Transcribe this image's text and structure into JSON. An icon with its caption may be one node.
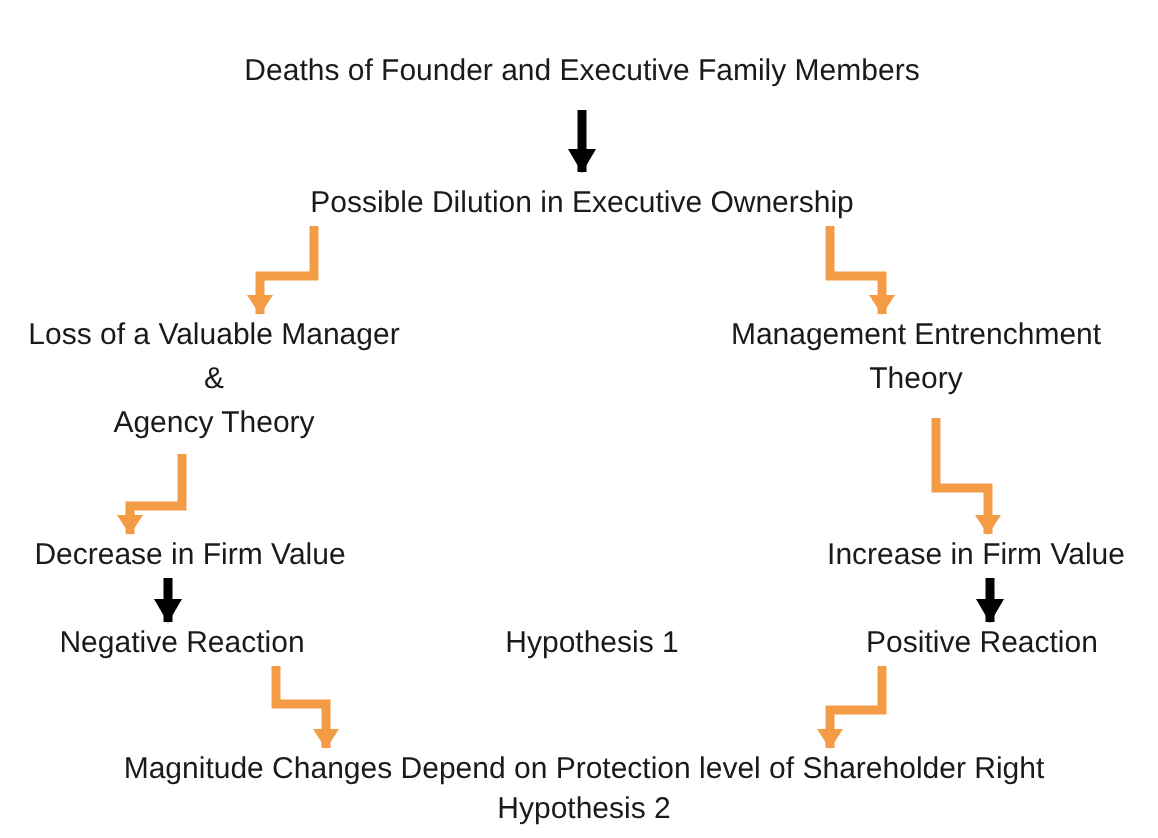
{
  "diagram": {
    "nodes": [
      {
        "text": [
          "Deaths of Founder and Executive Family Members"
        ]
      },
      {
        "text": [
          "Possible Dilution in Executive Ownership"
        ]
      },
      {
        "text": [
          "Loss of a Valuable Manager & Agency Theory"
        ]
      },
      {
        "text": [
          "Management Entrenchment Theory"
        ]
      },
      {
        "text": [
          "Decrease in Firm Value"
        ]
      },
      {
        "text": [
          "Increase in Firm Value"
        ]
      },
      {
        "text": [
          "Negative Reaction"
        ]
      },
      {
        "text": [
          "Positive Reaction"
        ]
      },
      {
        "text": [
          "Magnitude Changes Depend on Protection level of Shareholder Right"
        ]
      }
    ],
    "edges": [
      {
        "from": 0,
        "to": 1,
        "arrow": "to",
        "color": "#000000"
      },
      {
        "from": 1,
        "to": 2,
        "arrow": "to"
      },
      {
        "from": 1,
        "to": 3,
        "arrow": "to"
      },
      {
        "from": 2,
        "to": 4,
        "arrow": "to"
      },
      {
        "from": 3,
        "to": 5,
        "arrow": "to"
      },
      {
        "from": 4,
        "to": 6,
        "arrow": "to",
        "color": "#000000"
      },
      {
        "from": 5,
        "to": 7,
        "arrow": "to",
        "color": "#000000"
      },
      {
        "from": 6,
        "to": 8,
        "arrow": "to"
      },
      {
        "from": 7,
        "to": 8,
        "arrow": "to"
      }
    ],
    "labels": [
      "Hypothesis 1",
      "Hypothesis 2"
    ]
  }
}
